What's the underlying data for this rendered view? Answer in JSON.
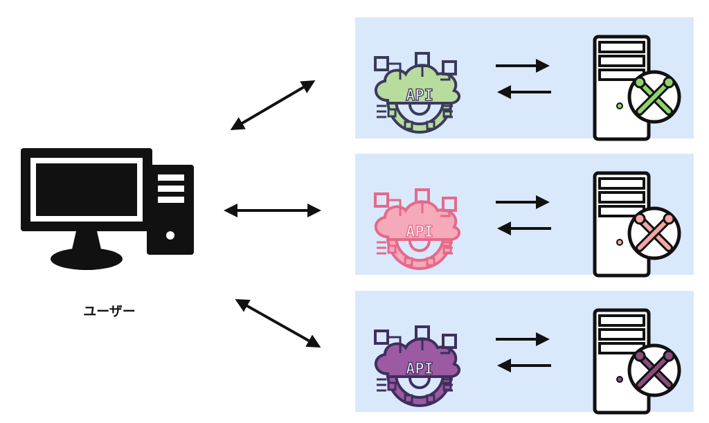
{
  "user": {
    "label": "ユーザー",
    "icon": "desktop-computer-icon"
  },
  "services": [
    {
      "api_text": "API",
      "api_color": "#b8dc9e",
      "tool_color": "#8fd46a",
      "icon": "api-cloud-gear-icon",
      "server_icon": "server-maintenance-icon"
    },
    {
      "api_text": "API",
      "api_color": "#f6a9b9",
      "tool_color": "#f2a7a2",
      "icon": "api-cloud-gear-icon",
      "server_icon": "server-maintenance-icon"
    },
    {
      "api_text": "API",
      "api_color": "#9c5aa3",
      "tool_color": "#8a4b7e",
      "icon": "api-cloud-gear-icon",
      "server_icon": "server-maintenance-icon"
    }
  ],
  "colors": {
    "panel": "#dae8fc",
    "stroke": "#111111",
    "green_outline": "#3a3a5a",
    "pink_outline": "#e46a8a",
    "purple_outline": "#3e2f5c"
  }
}
